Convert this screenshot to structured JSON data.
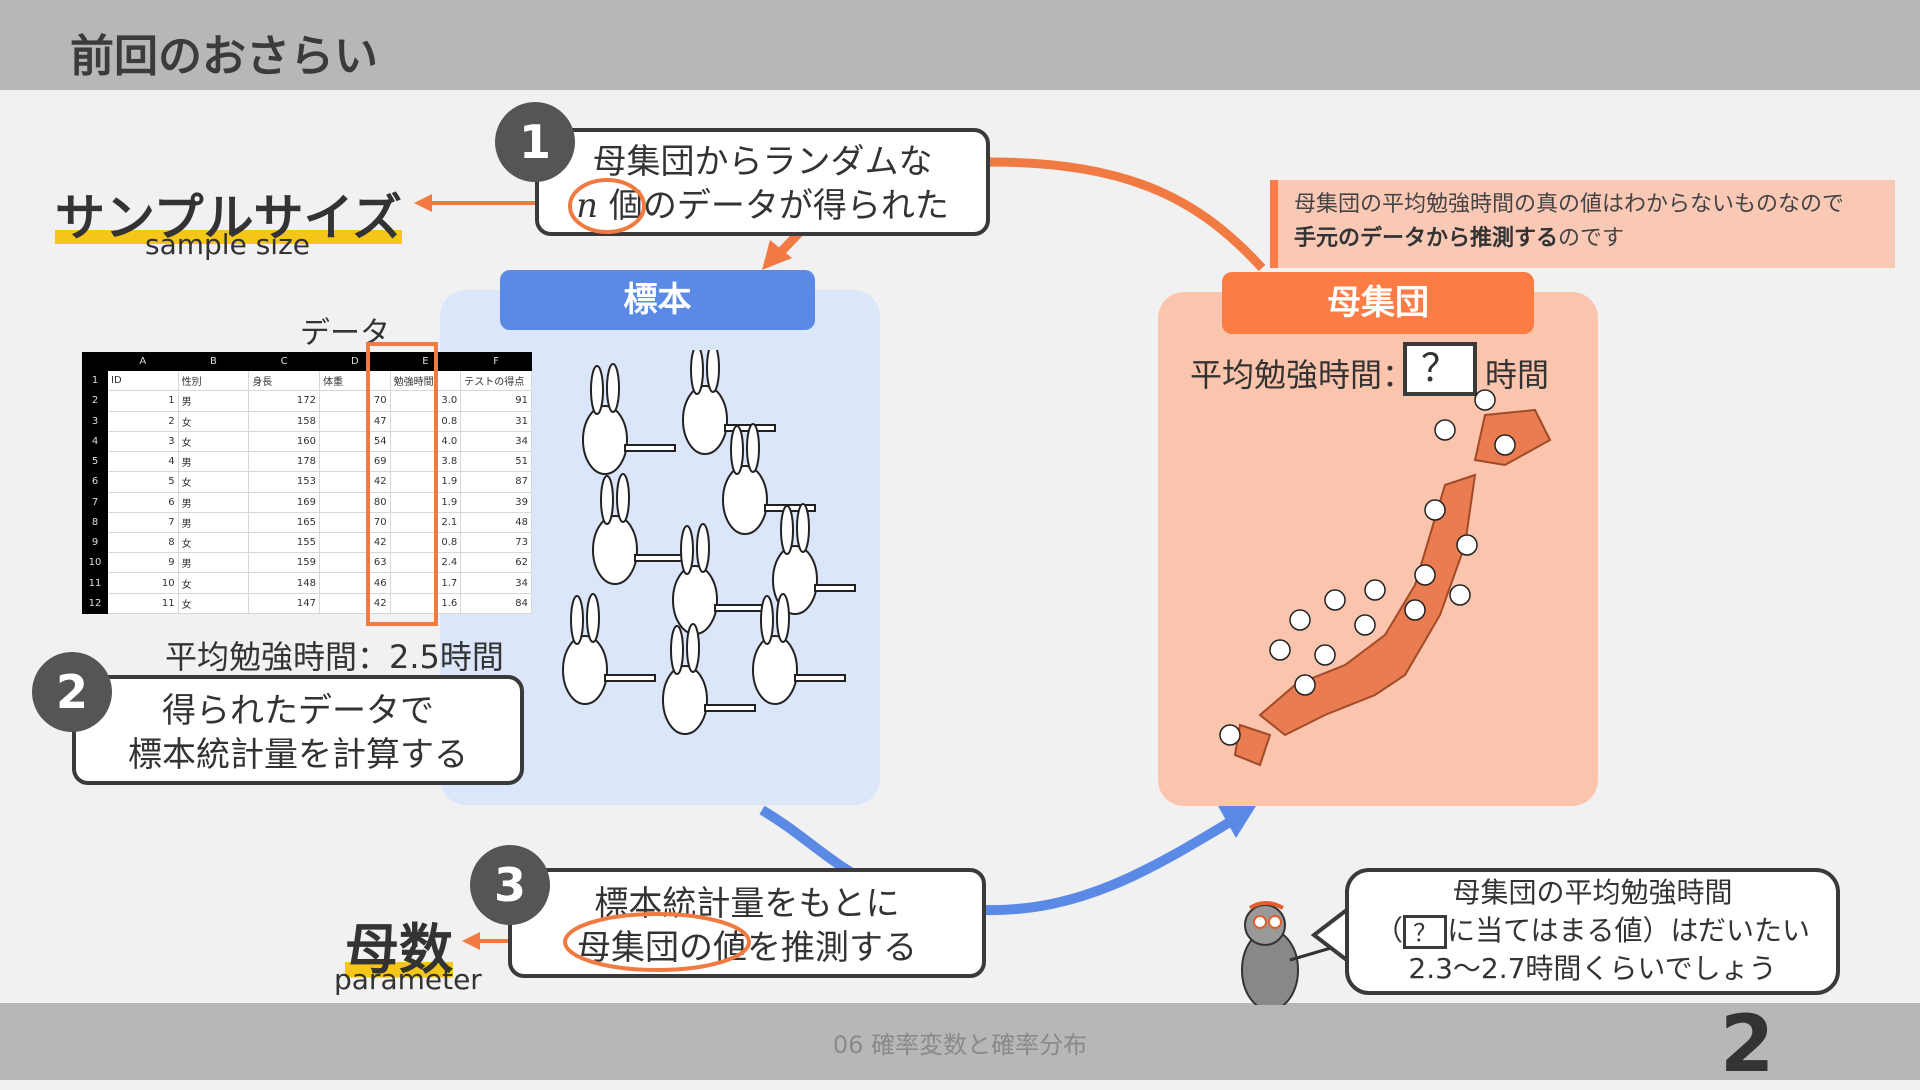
{
  "header": {
    "title": "前回のおさらい"
  },
  "footer": {
    "course": "06 確率変数と確率分布",
    "page": "2"
  },
  "step1": {
    "number": "1",
    "line1": "母集団からランダムな",
    "n_symbol": "n",
    "line2_rest": " 個のデータが得られた"
  },
  "step2": {
    "number": "2",
    "line1": "得られたデータで",
    "line2": "標本統計量を計算する"
  },
  "step3": {
    "number": "3",
    "line1": "標本統計量をもとに",
    "line2_highlight": "母集団の値",
    "line2_rest": "を推測する"
  },
  "terms": {
    "sample_size_jp": "サンプルサイズ",
    "sample_size_en": "sample size",
    "parameter_jp": "母数",
    "parameter_en": "parameter"
  },
  "sample": {
    "label": "標本",
    "data_title": "データ",
    "mean_text": "平均勉強時間：2.5時間"
  },
  "population": {
    "label": "母集団",
    "mean_label": "平均勉強時間：",
    "unknown": "？",
    "unit": "時間"
  },
  "note": {
    "line1": "母集団の平均勉強時間の真の値はわからないものなので",
    "line2_bold": "手元のデータから推測する",
    "line2_rest": "のです"
  },
  "bubble": {
    "line1": "母集団の平均勉強時間",
    "line2_open": "（",
    "line2_q": "？",
    "line2_rest": "に当てはまる値）はだいたい",
    "line3": "2.3〜2.7時間くらいでしょう"
  },
  "spreadsheet": {
    "col_letters": [
      "A",
      "B",
      "C",
      "D",
      "E",
      "F"
    ],
    "headers": [
      "ID",
      "性別",
      "身長",
      "体重",
      "勉強時間",
      "テストの得点"
    ],
    "rows": [
      [
        "1",
        "男",
        "172",
        "70",
        "3.0",
        "91"
      ],
      [
        "2",
        "女",
        "158",
        "47",
        "0.8",
        "31"
      ],
      [
        "3",
        "女",
        "160",
        "54",
        "4.0",
        "34"
      ],
      [
        "4",
        "男",
        "178",
        "69",
        "3.8",
        "51"
      ],
      [
        "5",
        "女",
        "153",
        "42",
        "1.9",
        "87"
      ],
      [
        "6",
        "男",
        "169",
        "80",
        "1.9",
        "39"
      ],
      [
        "7",
        "男",
        "165",
        "70",
        "2.1",
        "48"
      ],
      [
        "8",
        "女",
        "155",
        "42",
        "0.8",
        "73"
      ],
      [
        "9",
        "男",
        "159",
        "63",
        "2.4",
        "62"
      ],
      [
        "10",
        "女",
        "148",
        "46",
        "1.7",
        "34"
      ],
      [
        "11",
        "女",
        "147",
        "42",
        "1.6",
        "84"
      ]
    ]
  },
  "colors": {
    "orange": "#f07a42",
    "blue": "#5b8ae6",
    "highlight": "#f5c518",
    "sample_bg": "#dbe6fa",
    "pop_bg": "#fbc4ad"
  }
}
